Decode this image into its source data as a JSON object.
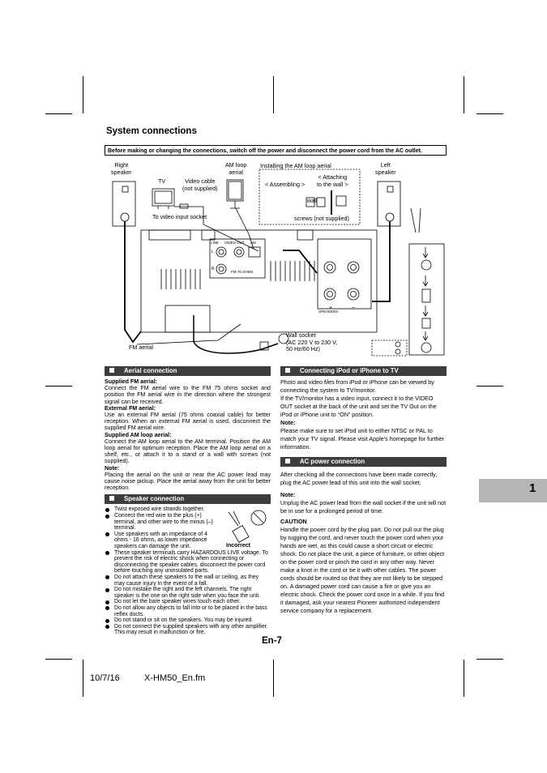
{
  "section_title": "System connections",
  "warning": "Before making or changing the connections, switch off the power and disconnect the power cord from the AC outlet.",
  "diagram": {
    "right_speaker": "Right\nspeaker",
    "tv": "TV",
    "video_cable": "Video cable\n(not supplied)",
    "to_video_input": "To video input socket",
    "am_loop_aerial": "AM loop\naerial",
    "installing_am": "Installing the AM loop aerial",
    "assembling": "< Assembling >",
    "attaching": "< Attaching\nto the wall >",
    "wall": "wall",
    "screws": "screws (not supplied)",
    "left_speaker": "Left\nspeaker",
    "fm_aerial": "FM aerial",
    "wall_socket": "Wall socket\n(AC 220 V to 230 V,\n50 Hz/60 Hz)",
    "panel_line": "LINE",
    "panel_video_out": "VIDEO OUT",
    "panel_am": "AM",
    "panel_fm": "FM 75 OHMS",
    "panel_speakers": "SPEAKERS",
    "panel_l": "L",
    "panel_r": "R",
    "plus": "+",
    "minus": "−"
  },
  "aerial": {
    "heading": "Aerial connection",
    "h1": "Supplied FM aerial:",
    "t1": "Connect the FM aerial wire to the FM 75 ohms socket and position the FM aerial wire in the direction where the strongest signal can be received.",
    "h2": "External FM aerial:",
    "t2": "Use an external FM aerial (75 ohms coaxial cable) for better reception. When an external FM aerial is used, disconnect the supplied FM aerial wire.",
    "h3": "Supplied AM loop aerial:",
    "t3": "Connect the AM loop aerial to the AM terminal. Position the AM loop aerial for optimum reception. Place the AM loop aerial on a shelf, etc., or attach it to a stand or a wall with screws (not supplied).",
    "h4": "Note:",
    "t4": "Placing the aerial on the unit or near the AC power lead may cause noise pickup. Place the aerial away from the unit for better reception."
  },
  "speaker": {
    "heading": "Speaker connection",
    "incorrect": "Incorrect",
    "items": [
      "Twist exposed wire strands together.",
      "Connect the red wire to the plus (+) terminal, and other wire to the minus (–) terminal.",
      "Use speakers with an impedance of 4 ohms - 16 ohms, as lower impedance speakers can damage the unit.",
      "These speaker terminals carry HAZARDOUS LIVE voltage. To prevent the risk of electric shock when connecting or disconnecting the speaker cables, disconnect the power cord before touching any uninsulated parts.",
      "Do not attach these speakers to the wall or ceiling, as they may cause injury in the event of a fall.",
      "Do not mistake the right and the left channels. The right speaker is the one on the right side when you face the unit.",
      "Do not let the bare speaker wires touch each other.",
      "Do not allow any objects to fall into or to be placed in the bass reflex ducts.",
      "Do not stand or sit on the speakers. You may be injured.",
      "Do not connect the supplied speakers with any other amplifier. This may result in malfunction or fire."
    ]
  },
  "ipod": {
    "heading": "Connecting iPod or iPhone to TV",
    "t1": "Photo and video files from iPod or iPhone can be viewed by connecting the system to TV/monitor.",
    "t2": "If the TV/monitor has a video input, connect it to the VIDEO OUT socket at the back of the unit and set the TV Out on the iPod or iPhone unit to “ON” position.",
    "note_h": "Note:",
    "note": "Please make sure to set iPod unit to either NTSC or PAL to match your TV signal. Please visit Apple’s homepage for further information."
  },
  "ac": {
    "heading": "AC power connection",
    "t1": "After checking all the connections have been made correctly, plug the AC power lead of this unit into the wall socket.",
    "note_h": "Note:",
    "note": "Unplug the AC power lead from the wall socket if the unit will not be in use for a prolonged period of time.",
    "caution_h": "CAUTION",
    "caution": "Handle the power cord by the plug part. Do not pull out the plug by tugging the cord, and never touch the power cord when your hands are wet, as this could cause a short circuit or electric shock. Do not place the unit, a piece of furniture, or other object on the power cord or pinch the cord in any other way. Never make a knot in the cord or tie it with other cables. The power cords should be routed so that they are not likely to be stepped on. A damaged power cord can cause a fire or give you an electric shock. Check the power cord once in a while. If you find it damaged, ask your nearest Pioneer authorized independent service company for a replacement."
  },
  "tab_number": "1",
  "page_number": "En-7",
  "footer": {
    "date": "10/7/16",
    "file": "X-HM50_En.fm"
  }
}
